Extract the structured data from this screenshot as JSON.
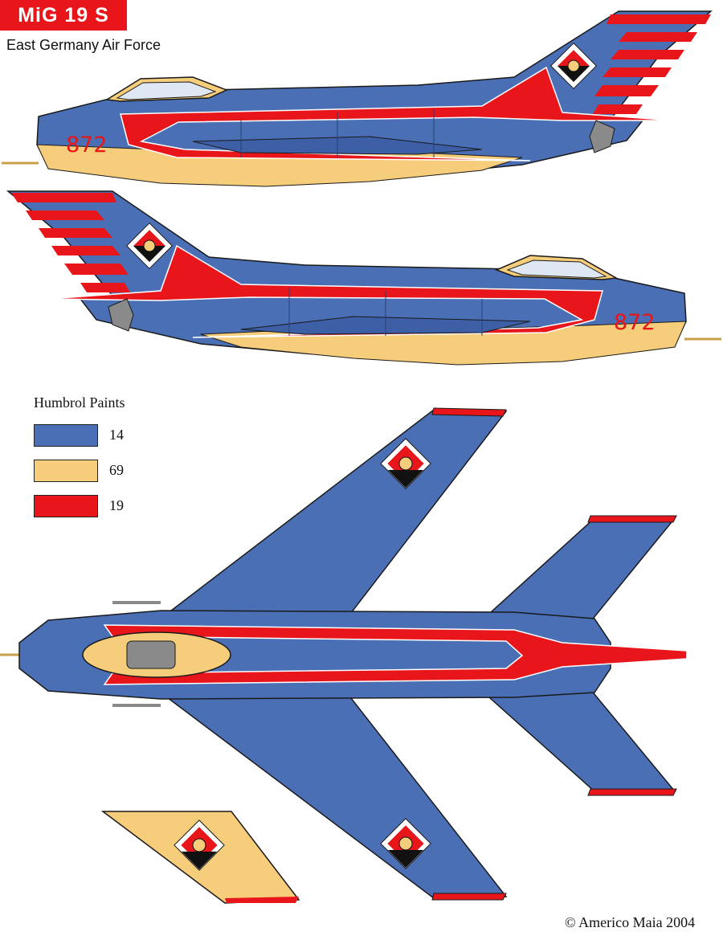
{
  "header": {
    "title": "MiG 19 S",
    "subtitle": "East Germany Air Force"
  },
  "legend": {
    "title": "Humbrol Paints",
    "items": [
      {
        "label": "14",
        "color": "#4a6fb5"
      },
      {
        "label": "69",
        "color": "#f6cd7a"
      },
      {
        "label": "19",
        "color": "#e8161a"
      }
    ]
  },
  "aircraft": {
    "serial": "872"
  },
  "colors": {
    "outline": "#1a1a1a",
    "panel": "#2a3f78",
    "metal": "#8a8a8a",
    "canopy": "#dfe8f2",
    "white": "#ffffff",
    "black": "#111111"
  },
  "footer": {
    "credit": "© Americo Maia 2004"
  }
}
